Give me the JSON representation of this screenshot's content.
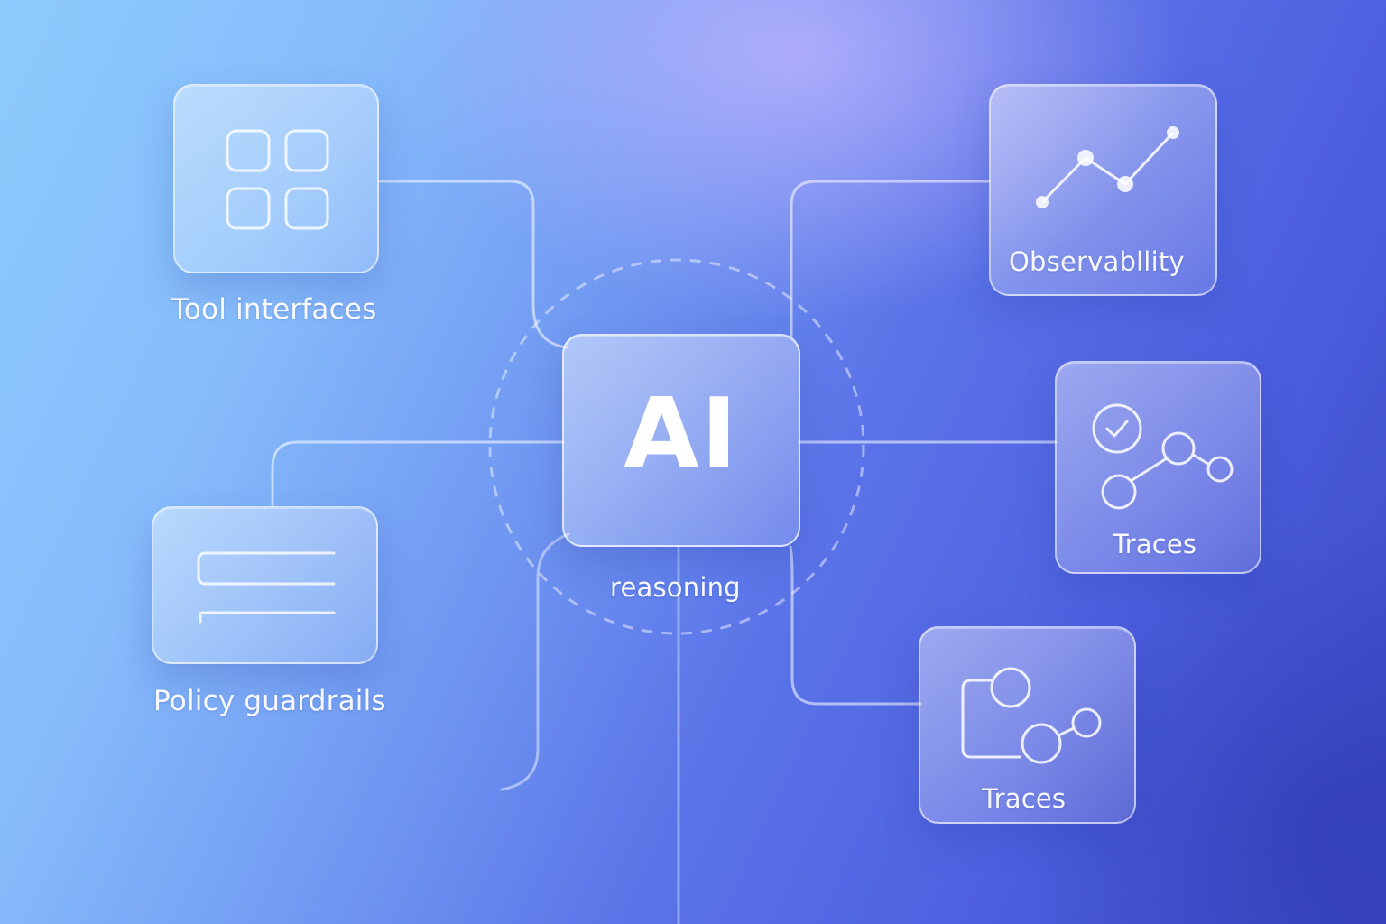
{
  "diagram": {
    "center": {
      "title": "AI",
      "caption": "reasoning"
    },
    "nodes": [
      {
        "label": "Tool interfaces",
        "icon": "grid-icon"
      },
      {
        "label": "Policy guardrails",
        "icon": "document-lines-icon"
      },
      {
        "label": "Observabllity",
        "icon": "line-chart-icon"
      },
      {
        "label": "Traces",
        "icon": "check-trace-icon"
      },
      {
        "label": "Traces",
        "icon": "workflow-icon"
      }
    ]
  },
  "colors": {
    "gradient_start": "#8dcbfd",
    "gradient_mid": "#5b74e8",
    "gradient_end": "#3a48c4",
    "card_border": "#ffffff"
  }
}
